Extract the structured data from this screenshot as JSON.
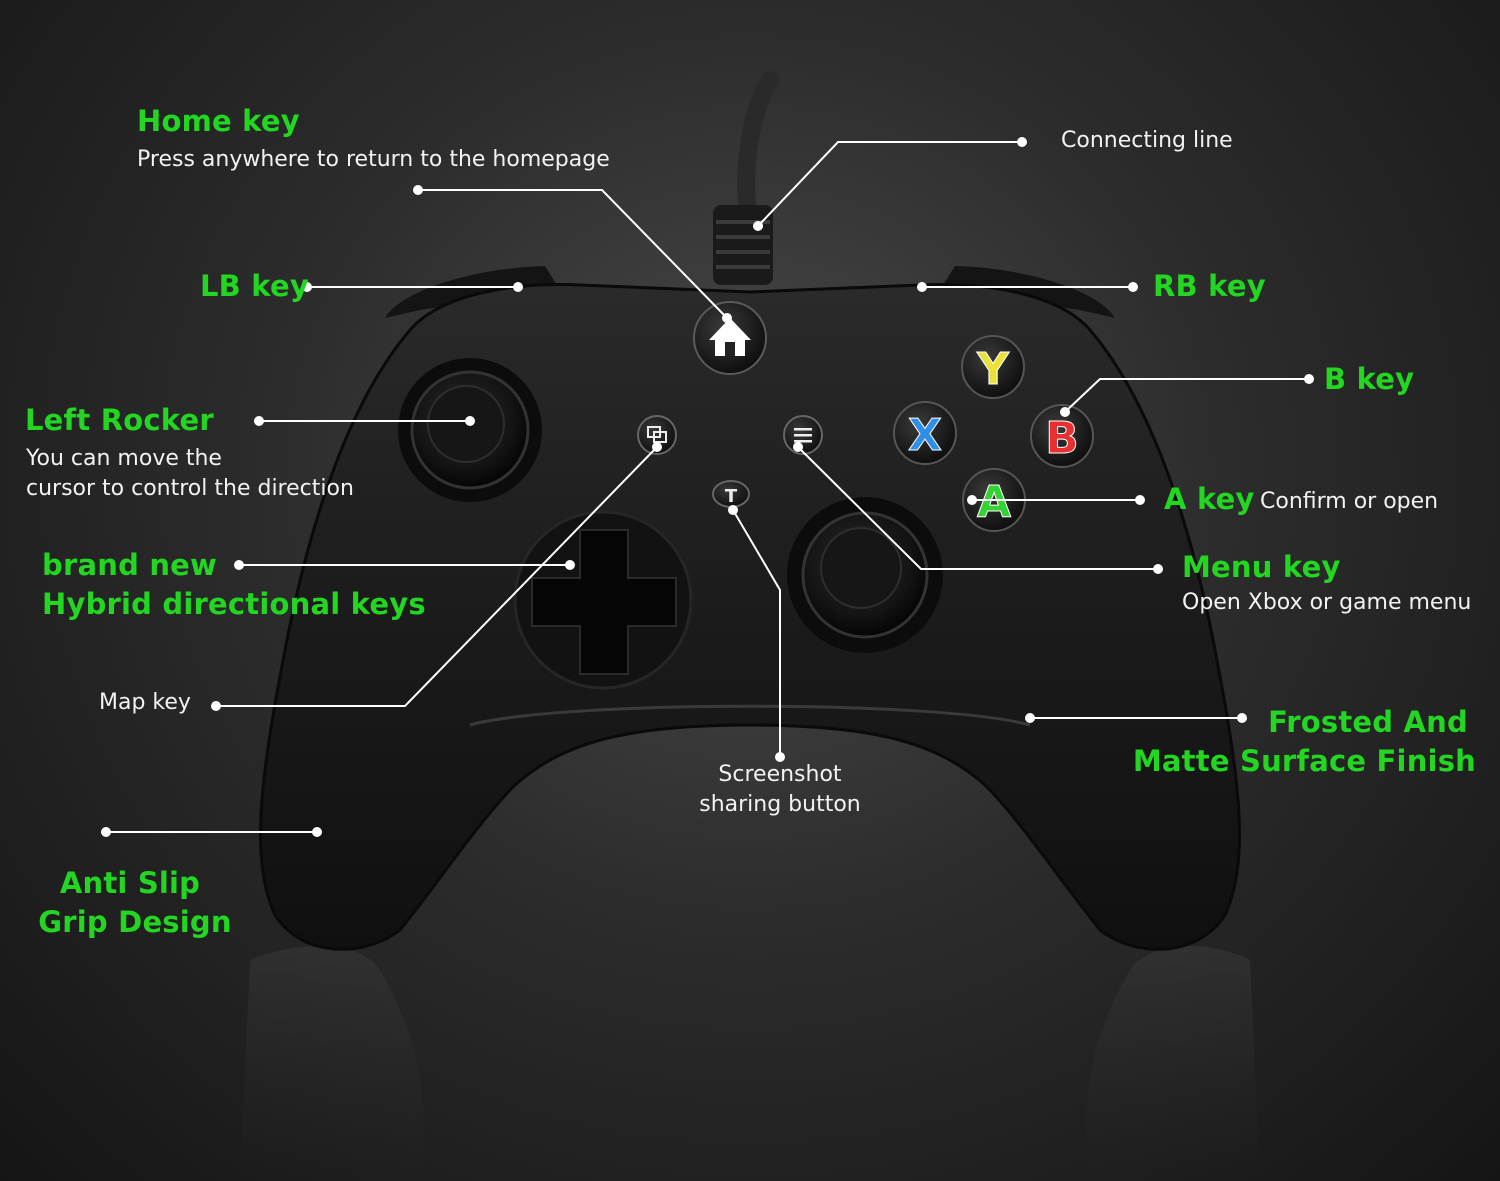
{
  "colors": {
    "accent": "#22d622",
    "text": "#f2f2f2",
    "background": "#2c2c2c",
    "body": "#1c1c1c"
  },
  "labels": {
    "home_key": {
      "title": "Home key",
      "desc": "Press anywhere to return to the homepage"
    },
    "connecting_line": "Connecting line",
    "lb_key": "LB key",
    "rb_key": "RB key",
    "b_key": "B key",
    "left_rocker": {
      "title": "Left Rocker",
      "desc_line1": "You can move the",
      "desc_line2": "cursor to control the direction"
    },
    "a_key": {
      "title": "A key",
      "desc": "Confirm or open"
    },
    "hybrid_keys": {
      "line1": "brand new",
      "line2": "Hybrid directional keys"
    },
    "menu_key": {
      "title": "Menu key",
      "desc": "Open Xbox or game menu"
    },
    "map_key": "Map key",
    "frosted": {
      "line1": "Frosted And",
      "line2": "Matte Surface Finish"
    },
    "screenshot": {
      "line1": "Screenshot",
      "line2": "sharing button"
    },
    "anti_slip": {
      "line1": "Anti Slip",
      "line2": "Grip Design"
    }
  },
  "face_buttons": {
    "y": {
      "glyph": "Y",
      "color": "#e8e23a"
    },
    "x": {
      "glyph": "X",
      "color": "#2f8fe8"
    },
    "b": {
      "glyph": "B",
      "color": "#e83030"
    },
    "a": {
      "glyph": "A",
      "color": "#34d234"
    }
  },
  "small_buttons": {
    "screenshot_glyph": "T"
  },
  "icons": {
    "home": "home-icon",
    "view": "view-icon",
    "menu": "menu-lines-icon"
  }
}
